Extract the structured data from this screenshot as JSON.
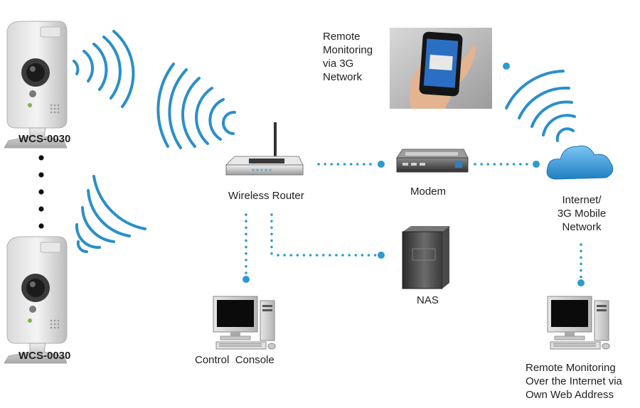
{
  "labels": {
    "camera_top": "WCS-0030",
    "camera_bottom": "WCS-0030",
    "wireless_router": "Wireless Router",
    "modem": "Modem",
    "internet": "Internet/\n3G Mobile\nNetwork",
    "remote_3g": "Remote\nMonitoring\nvia 3G\nNetwork",
    "nas": "NAS",
    "control_console": "Control  Console",
    "remote_web": "Remote Monitoring\nOver the Internet via\nOwn Web Address"
  },
  "colors": {
    "signal": "#2a8fc8",
    "dots": "#2a9bd0",
    "cloud": "#3a9ee0"
  },
  "icons": {
    "camera": "ip-camera-icon",
    "router": "wireless-router-icon",
    "modem": "modem-icon",
    "cloud": "cloud-icon",
    "phone": "smartphone-in-hand-icon",
    "nas": "nas-storage-icon",
    "pc": "desktop-computer-icon"
  }
}
